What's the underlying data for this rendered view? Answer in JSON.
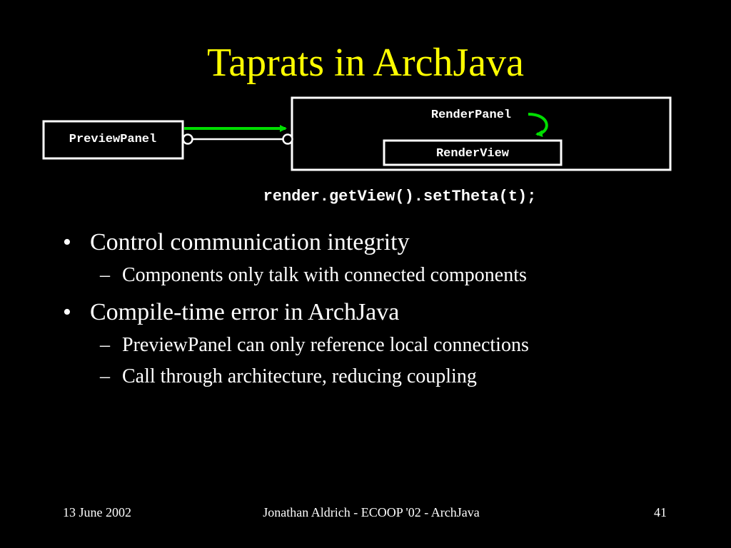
{
  "slide": {
    "title": "Taprats in ArchJava",
    "background_color": "#000000",
    "title_color": "#ffff00",
    "accent_color": "#00dd00"
  },
  "diagram": {
    "preview_panel_label": "PreviewPanel",
    "render_panel_label": "RenderPanel",
    "render_view_label": "RenderView",
    "code": "render.getView().setTheta(t);"
  },
  "bullets": [
    {
      "text": "Control communication integrity",
      "subitems": [
        "Components only talk with connected components"
      ]
    },
    {
      "text": "Compile-time error in ArchJava",
      "subitems": [
        "PreviewPanel can only reference local connections",
        "Call through architecture, reducing coupling"
      ]
    }
  ],
  "bullet_marks": {
    "level1": "•",
    "level2": "–"
  },
  "footer": {
    "date": "13 June 2002",
    "center": "Jonathan Aldrich - ECOOP '02 - ArchJava",
    "page_number": "41"
  }
}
